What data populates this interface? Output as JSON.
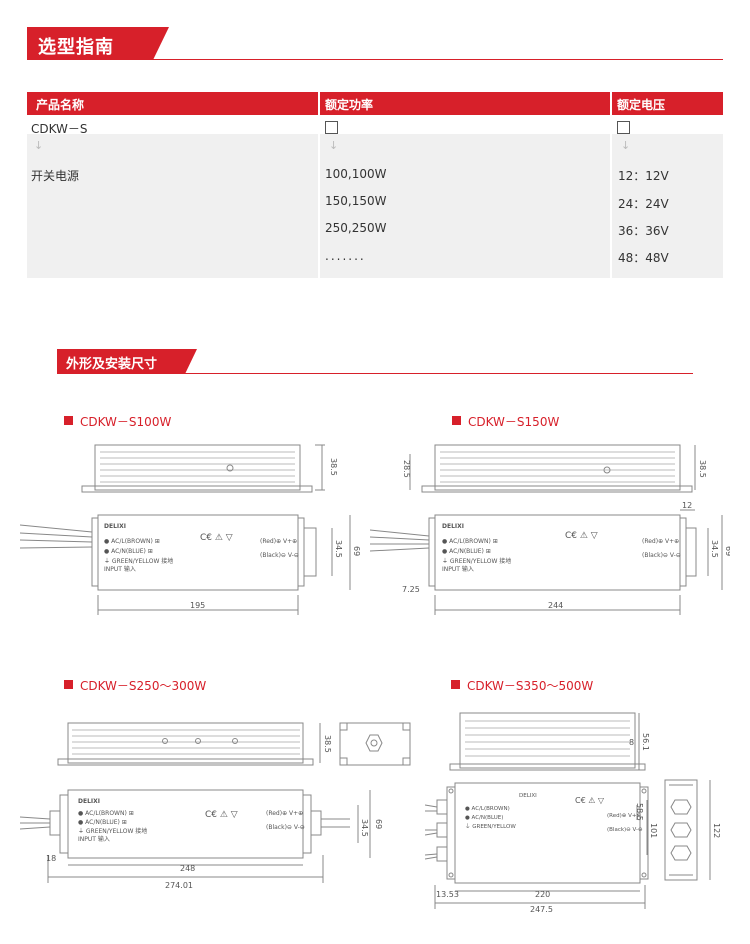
{
  "section1": {
    "title": "选型指南"
  },
  "table": {
    "headers": [
      "产品名称",
      "额定功率",
      "额定电压"
    ],
    "model": "CDKW－S",
    "product": "开关电源",
    "powers": [
      "100,100W",
      "150,150W",
      "250,250W",
      "......."
    ],
    "voltages": [
      "12：12V",
      "24：24V",
      "36：36V",
      "48：48V"
    ]
  },
  "section2": {
    "title": "外形及安装尺寸"
  },
  "drawings": [
    {
      "label": "CDKW－S100W",
      "dims": {
        "height": "38.5",
        "width_a": "34.5",
        "width_b": "69",
        "length": "195"
      }
    },
    {
      "label": "CDKW－S150W",
      "dims": {
        "height": "28.5",
        "height_r": "38.5",
        "top": "12",
        "width_a": "34.5",
        "width_b": "69",
        "offset": "7.25",
        "length": "244"
      }
    },
    {
      "label": "CDKW－S250～300W",
      "dims": {
        "height": "38.5",
        "width_a": "34.5",
        "width_b": "69",
        "side": "18",
        "length_a": "248",
        "length_b": "274.01"
      }
    },
    {
      "label": "CDKW－S350～500W",
      "dims": {
        "height": "56.1",
        "height_b": "8",
        "width_a": "58.5",
        "width_b": "101",
        "side": "122",
        "offset": "13.53",
        "length_a": "220",
        "length_b": "247.5"
      }
    }
  ],
  "colors": {
    "accent": "#d7202a",
    "row_bg": "#f0f0f0"
  },
  "label": {
    "brand": "DELIXI"
  }
}
